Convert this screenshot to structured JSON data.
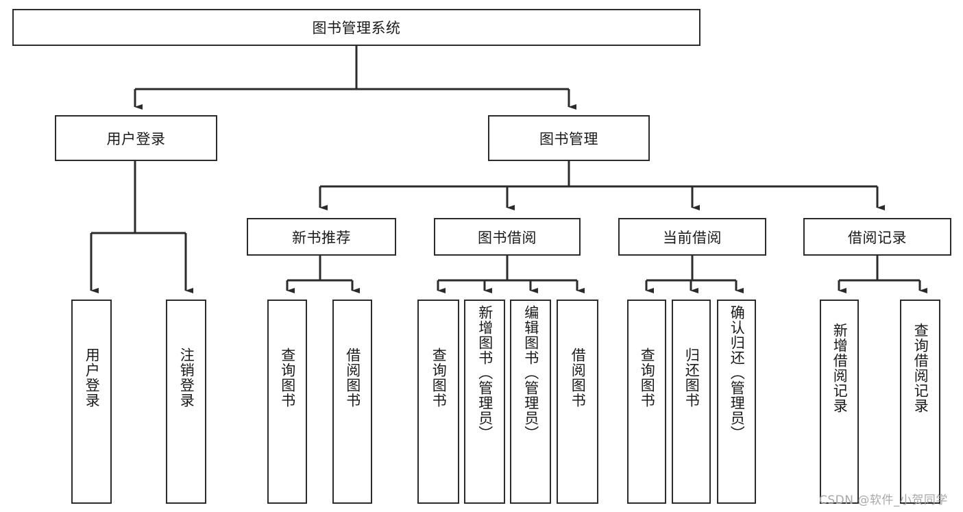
{
  "diagram": {
    "title_node": {
      "label": "图书管理系统"
    },
    "level2": [
      {
        "id": "user-login",
        "label": "用户登录"
      },
      {
        "id": "book-management",
        "label": "图书管理"
      }
    ],
    "level3": [
      {
        "id": "new-book-recommend",
        "label": "新书推荐"
      },
      {
        "id": "book-borrow",
        "label": "图书借阅"
      },
      {
        "id": "current-borrow",
        "label": "当前借阅"
      },
      {
        "id": "borrow-record",
        "label": "借阅记录"
      }
    ],
    "leaves": {
      "user_login": [
        {
          "id": "leaf-user-login",
          "label": "用户登录"
        },
        {
          "id": "leaf-logout-login",
          "label": "注销登录"
        }
      ],
      "new_book_recommend": [
        {
          "id": "leaf-query-book-1",
          "label": "查询图书"
        },
        {
          "id": "leaf-borrow-book-1",
          "label": "借阅图书"
        }
      ],
      "book_borrow": [
        {
          "id": "leaf-query-book-2",
          "label": "查询图书"
        },
        {
          "id": "leaf-add-book",
          "label": "新增图书（管理员）"
        },
        {
          "id": "leaf-edit-book",
          "label": "编辑图书（管理员）"
        },
        {
          "id": "leaf-borrow-book-2",
          "label": "借阅图书"
        }
      ],
      "current_borrow": [
        {
          "id": "leaf-query-book-3",
          "label": "查询图书"
        },
        {
          "id": "leaf-return-book",
          "label": "归还图书"
        },
        {
          "id": "leaf-confirm-return",
          "label": "确认归还（管理员）"
        }
      ],
      "borrow_record": [
        {
          "id": "leaf-add-borrow-record",
          "label": "新增借阅记录"
        },
        {
          "id": "leaf-query-borrow-record",
          "label": "查询借阅记录"
        }
      ]
    }
  },
  "watermark": {
    "text": "CSDN @软件_小贺同学"
  },
  "colors": {
    "stroke": "#2b2b2b",
    "background": "#ffffff",
    "text": "#1a1a1a",
    "watermark": "#a8a8a8"
  }
}
